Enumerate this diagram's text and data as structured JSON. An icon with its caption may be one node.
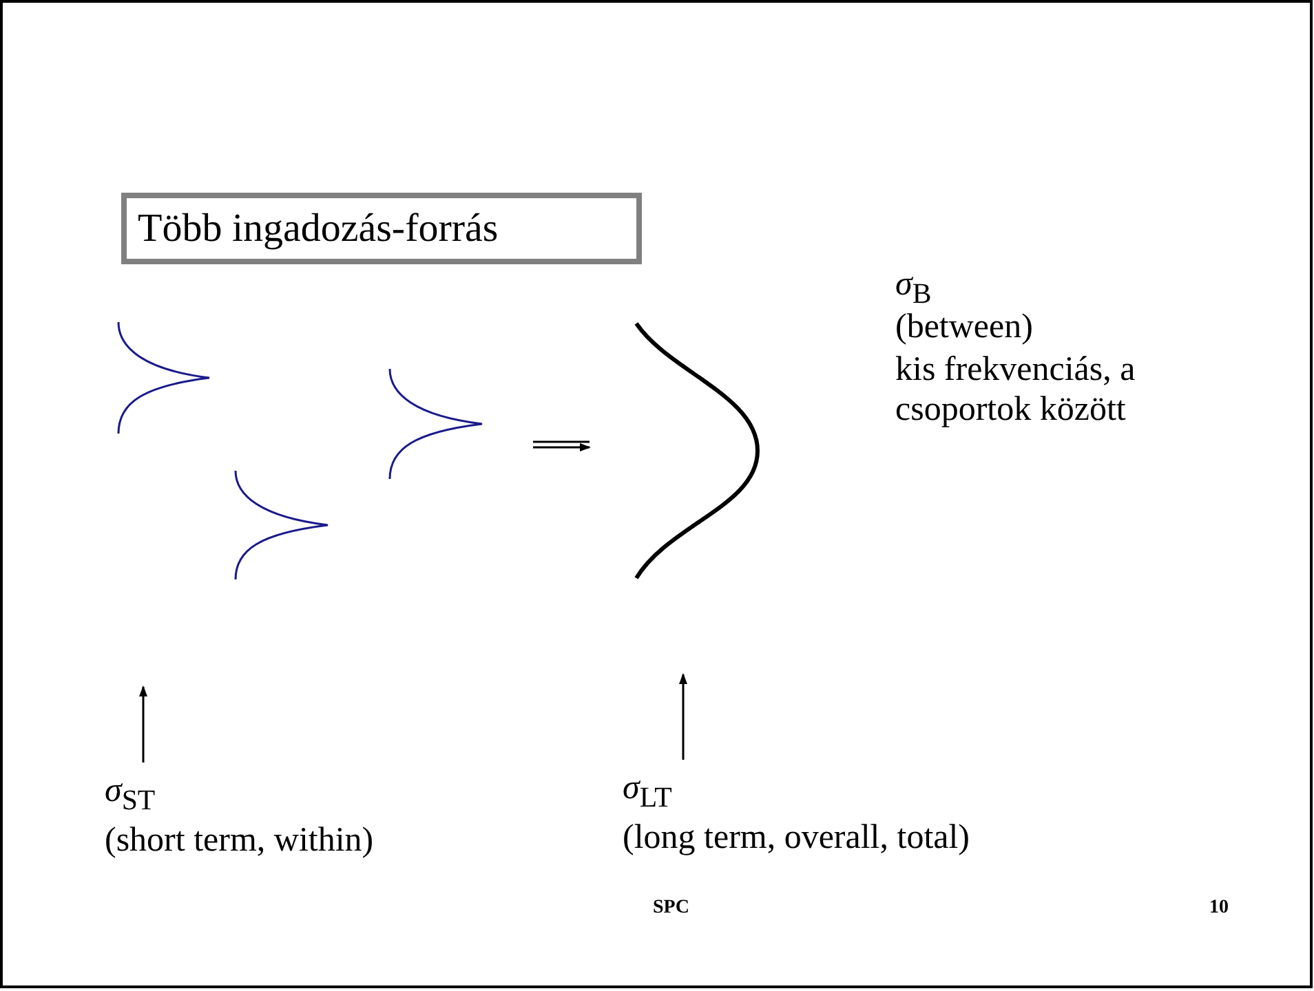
{
  "diagram": {
    "title": "Több ingadozás-forrás",
    "nodes": [
      {
        "text": [],
        "shape": "picture"
      },
      {
        "text": [],
        "shape": "picture"
      },
      {
        "text": [],
        "shape": "picture"
      },
      {
        "text": [],
        "shape": "picture"
      },
      {
        "text": [
          "*σ*$_{ST}$",
          "(short term, within)"
        ]
      },
      {
        "text": [
          "*σ*$_{LT}$",
          "(long term, overall, total)"
        ]
      }
    ],
    "edges": [
      {
        "from": 2,
        "to": 3,
        "arrow": "to"
      },
      {
        "from": 4,
        "to": null,
        "arrow": "to"
      },
      {
        "from": 5,
        "to": null,
        "arrow": "to"
      }
    ],
    "labels": [
      "*σ*$_{B}$",
      "(between)",
      "kis frekvenciás, a csoportok között",
      "SPC",
      "10"
    ]
  }
}
